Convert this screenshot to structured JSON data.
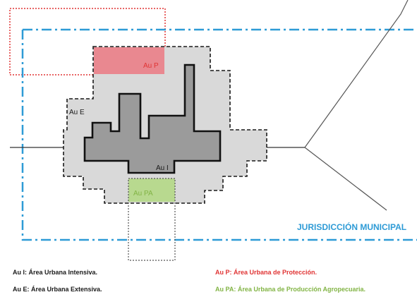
{
  "diagram": {
    "labels": {
      "au_p": "Au P",
      "au_e": "Au E",
      "au_i": "Au I",
      "au_pa": "Au PA",
      "jurisdiction": "JURISDICCIÓN MUNICIPAL"
    },
    "colors": {
      "jurisdiction_blue": "#2e9bd6",
      "protection_red": "#e03434",
      "protection_fill": "#e98890",
      "agro_green": "#82b445",
      "agro_fill": "#b8d98f",
      "extensive_fill": "#d9d9d9",
      "intensive_fill": "#9b9b9b",
      "line_dark": "#1a1a1a"
    }
  },
  "legend": {
    "au_i": "Au I: Área Urbana Intensiva.",
    "au_e": "Au E: Área Urbana Extensiva.",
    "au_p": "Au P: Área Urbana de Protección.",
    "au_pa": "Au PA: Área Urbana de Producción Agropecuaria."
  }
}
